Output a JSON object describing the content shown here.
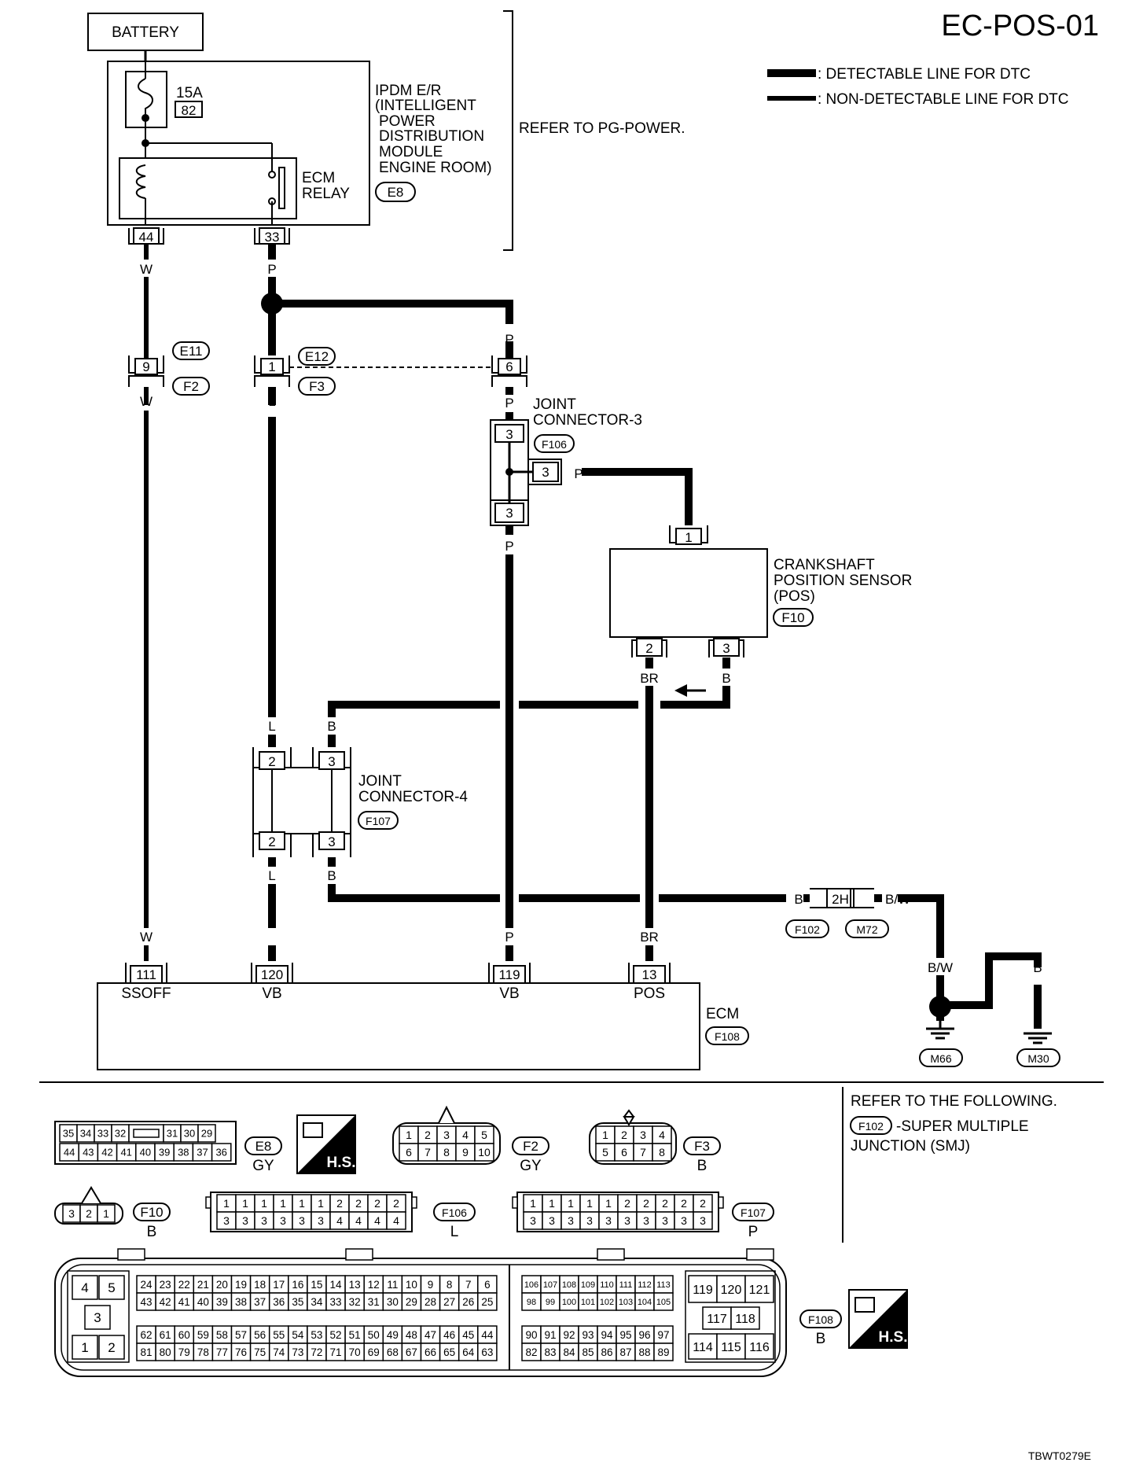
{
  "page_code": "EC-POS-01",
  "figure_code": "TBWT0279E",
  "legend": {
    "detectable": ": DETECTABLE LINE FOR DTC",
    "non_detectable": ": NON-DETECTABLE LINE FOR DTC"
  },
  "battery": "BATTERY",
  "ipdm": {
    "fuse_amp": "15A",
    "fuse_no": "82",
    "lines": [
      "IPDM E/R",
      "(INTELLIGENT",
      "POWER",
      "DISTRIBUTION",
      "MODULE",
      "ENGINE ROOM)"
    ],
    "relay": [
      "ECM",
      "RELAY"
    ],
    "connector": "E8",
    "pin_44": "44",
    "pin_33": "33"
  },
  "refer_pg": "REFER TO PG-POWER.",
  "wire_colors": {
    "w": "W",
    "p": "P",
    "l": "L",
    "b": "B",
    "br": "BR",
    "bw": "B/W"
  },
  "harness": {
    "pin_9": "9",
    "pin_1": "1",
    "pin_6": "6",
    "e11": "E11",
    "f2": "F2",
    "e12": "E12",
    "f3": "F3"
  },
  "jc3": {
    "title": [
      "JOINT",
      "CONNECTOR-3"
    ],
    "connector": "F106",
    "pin": "3"
  },
  "ckp": {
    "title": [
      "CRANKSHAFT",
      "POSITION SENSOR",
      "(POS)"
    ],
    "connector": "F10",
    "pin1": "1",
    "pin2": "2",
    "pin3": "3"
  },
  "jc4": {
    "title": [
      "JOINT",
      "CONNECTOR-4"
    ],
    "connector": "F107",
    "pin2": "2",
    "pin3": "3"
  },
  "ground_conn": {
    "pin": "2H",
    "f102": "F102",
    "m72": "M72"
  },
  "grounds": {
    "m66": "M66",
    "m30": "M30"
  },
  "ecm": {
    "label": "ECM",
    "connector": "F108",
    "pins": [
      {
        "pin": "111",
        "name": "SSOFF"
      },
      {
        "pin": "120",
        "name": "VB"
      },
      {
        "pin": "119",
        "name": "VB"
      },
      {
        "pin": "13",
        "name": "POS"
      }
    ]
  },
  "refer_following": {
    "title": "REFER TO THE FOLLOWING.",
    "conn": "F102",
    "text1": "-SUPER MULTIPLE",
    "text2": "JUNCTION (SMJ)"
  },
  "conn_views": {
    "e8": {
      "id": "E8",
      "color": "GY",
      "row1": [
        "35",
        "34",
        "33",
        "32",
        "",
        "31",
        "30",
        "29"
      ],
      "row2": [
        "44",
        "43",
        "42",
        "41",
        "40",
        "39",
        "38",
        "37",
        "36"
      ]
    },
    "f2": {
      "id": "F2",
      "color": "GY",
      "row1": [
        "1",
        "2",
        "3",
        "4",
        "5"
      ],
      "row2": [
        "6",
        "7",
        "8",
        "9",
        "10"
      ]
    },
    "f3": {
      "id": "F3",
      "color": "B",
      "row1": [
        "1",
        "2",
        "3",
        "4"
      ],
      "row2": [
        "5",
        "6",
        "7",
        "8"
      ]
    },
    "f10": {
      "id": "F10",
      "color": "B",
      "pins": [
        "3",
        "2",
        "1"
      ]
    },
    "f106": {
      "id": "F106",
      "color": "L",
      "row1": [
        "1",
        "1",
        "1",
        "1",
        "1",
        "1",
        "2",
        "2",
        "2",
        "2"
      ],
      "row2": [
        "3",
        "3",
        "3",
        "3",
        "3",
        "3",
        "4",
        "4",
        "4",
        "4"
      ]
    },
    "f107": {
      "id": "F107",
      "color": "P",
      "row1": [
        "1",
        "1",
        "1",
        "1",
        "1",
        "2",
        "2",
        "2",
        "2",
        "2"
      ],
      "row2": [
        "3",
        "3",
        "3",
        "3",
        "3",
        "3",
        "3",
        "3",
        "3",
        "3"
      ]
    },
    "f108": {
      "id": "F108",
      "color": "B",
      "left": [
        "4",
        "5",
        "3",
        "1",
        "2"
      ],
      "m1": [
        "24",
        "23",
        "22",
        "21",
        "20",
        "19",
        "18",
        "17",
        "16",
        "15",
        "14",
        "13",
        "12",
        "11",
        "10",
        "9",
        "8",
        "7",
        "6"
      ],
      "m2": [
        "43",
        "42",
        "41",
        "40",
        "39",
        "38",
        "37",
        "36",
        "35",
        "34",
        "33",
        "32",
        "31",
        "30",
        "29",
        "28",
        "27",
        "26",
        "25"
      ],
      "m3": [
        "62",
        "61",
        "60",
        "59",
        "58",
        "57",
        "56",
        "55",
        "54",
        "53",
        "52",
        "51",
        "50",
        "49",
        "48",
        "47",
        "46",
        "45",
        "44"
      ],
      "m4": [
        "81",
        "80",
        "79",
        "78",
        "77",
        "76",
        "75",
        "74",
        "73",
        "72",
        "71",
        "70",
        "69",
        "68",
        "67",
        "66",
        "65",
        "64",
        "63"
      ],
      "r1": [
        "106",
        "107",
        "108",
        "109",
        "110",
        "111",
        "112",
        "113"
      ],
      "r2": [
        "98",
        "99",
        "100",
        "101",
        "102",
        "103",
        "104",
        "105"
      ],
      "r3": [
        "90",
        "91",
        "92",
        "93",
        "94",
        "95",
        "96",
        "97"
      ],
      "r4": [
        "82",
        "83",
        "84",
        "85",
        "86",
        "87",
        "88",
        "89"
      ],
      "big1": [
        "119",
        "120",
        "121"
      ],
      "big2": [
        "117",
        "118"
      ],
      "big3": [
        "114",
        "115",
        "116"
      ]
    }
  },
  "hs": "H.S."
}
